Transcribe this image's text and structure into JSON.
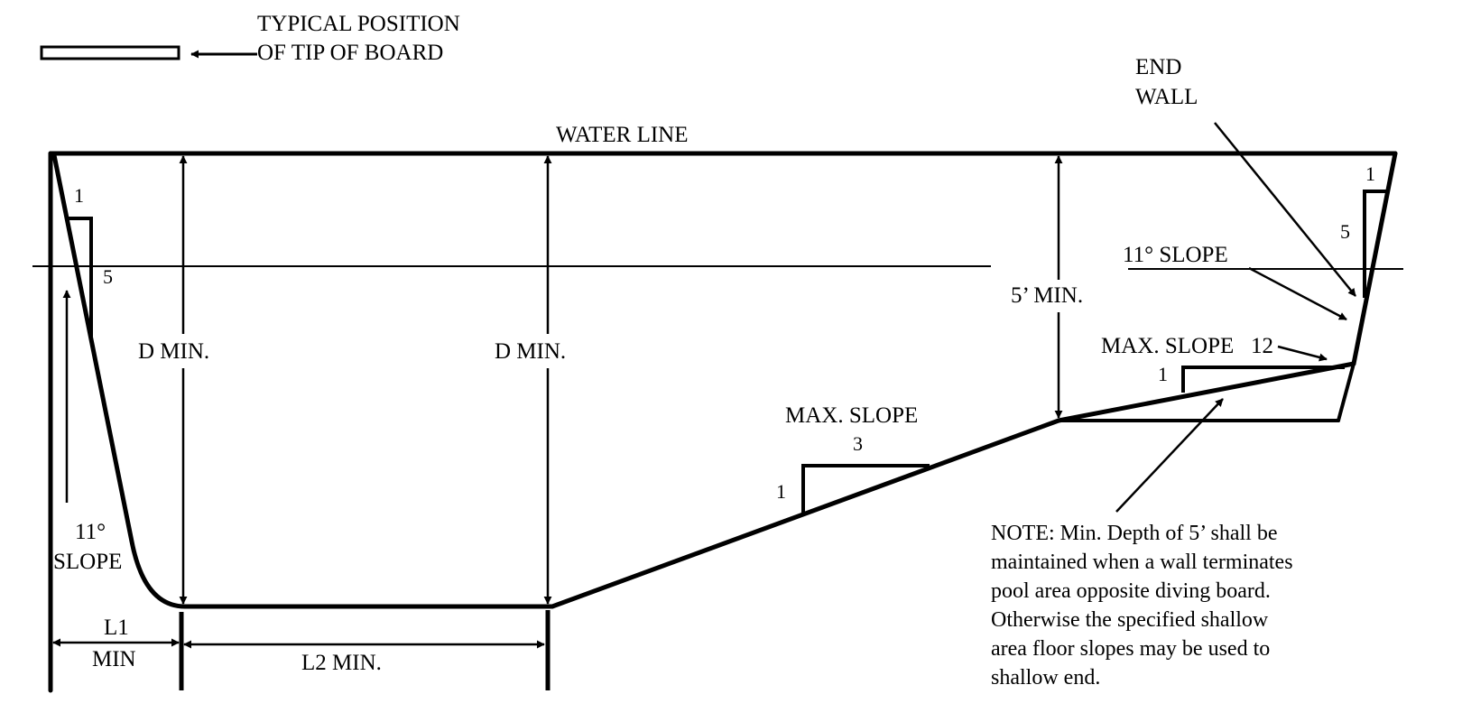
{
  "board": {
    "label_line1": "TYPICAL POSITION",
    "label_line2": "OF TIP OF BOARD"
  },
  "labels": {
    "water_line": "WATER LINE",
    "end_wall_line1": "END",
    "end_wall_line2": "WALL",
    "d_min_left": "D MIN.",
    "d_min_right": "D MIN.",
    "five_ft_min": "5’ MIN.",
    "slope_11_top": "11° SLOPE",
    "slope_11_left_line1": "11°",
    "slope_11_left_line2": "SLOPE",
    "max_slope_mid": "MAX. SLOPE",
    "max_slope_mid_run": "3",
    "max_slope_mid_rise": "1",
    "max_slope_right": "MAX. SLOPE",
    "max_slope_right_run": "12",
    "max_slope_right_rise": "1",
    "left_wall_rise": "1",
    "left_wall_run": "5",
    "end_wall_rise": "1",
    "end_wall_run": "5",
    "l1_line1": "L1",
    "l1_line2": "MIN",
    "l2": "L2 MIN."
  },
  "note": {
    "lines": [
      "NOTE: Min. Depth of 5’ shall be",
      "maintained when a wall terminates",
      "pool area opposite diving board.",
      "Otherwise the specified shallow",
      "area floor slopes may be used to",
      "shallow end."
    ]
  }
}
